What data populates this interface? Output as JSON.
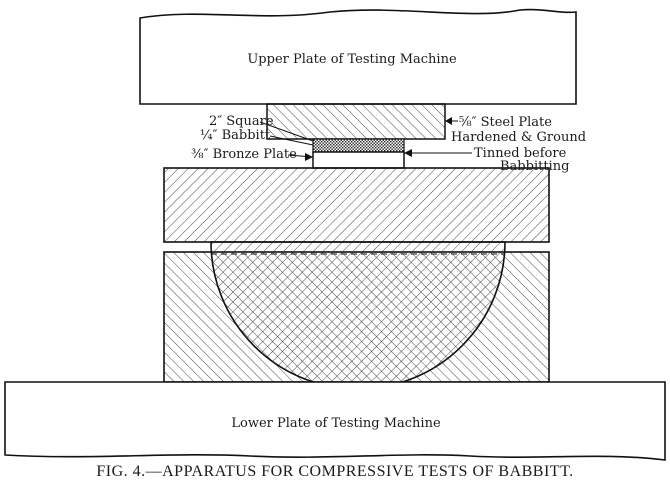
{
  "labels": {
    "upper_plate": "Upper Plate of Testing Machine",
    "lower_plate": "Lower Plate of Testing Machine",
    "square": "2″ Square",
    "babbitt": "¼″ Babbitt",
    "bronze_plate": "⅜″ Bronze Plate",
    "steel_plate": "⅝″ Steel Plate",
    "hardened": "Hardened & Ground",
    "tinned": "Tinned before",
    "babbitting": "Babbitting"
  },
  "caption": "FIG. 4.—APPARATUS FOR COMPRESSIVE TESTS OF BABBITT."
}
